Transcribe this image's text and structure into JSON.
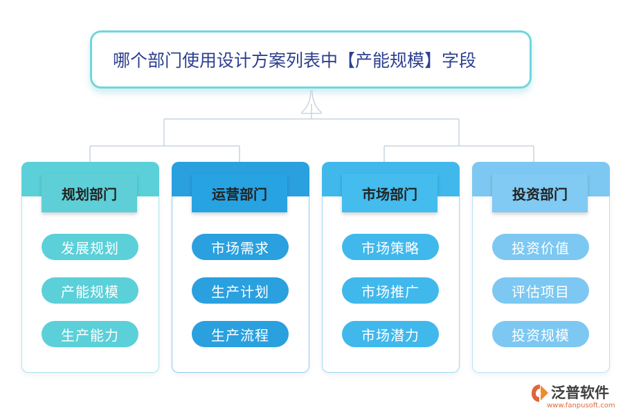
{
  "title": "哪个部门使用设计方案列表中【产能规模】字段",
  "colors": {
    "title_border": "#6fd6dd",
    "title_text": "#2d3f8f",
    "connector": "#c9d3df",
    "departments": [
      "#5bd0d8",
      "#2aa0df",
      "#40b8ec",
      "#7cc8f2"
    ]
  },
  "departments": [
    {
      "name": "规划部门",
      "items": [
        "发展规划",
        "产能规模",
        "生产能力"
      ]
    },
    {
      "name": "运营部门",
      "items": [
        "市场需求",
        "生产计划",
        "生产流程"
      ]
    },
    {
      "name": "市场部门",
      "items": [
        "市场策略",
        "市场推广",
        "市场潜力"
      ]
    },
    {
      "name": "投资部门",
      "items": [
        "投资价值",
        "评估项目",
        "投资规模"
      ]
    }
  ],
  "logo": {
    "name": "泛普软件",
    "url": "www.fanpusoft.com",
    "icon": "fanpu-logo-icon"
  }
}
